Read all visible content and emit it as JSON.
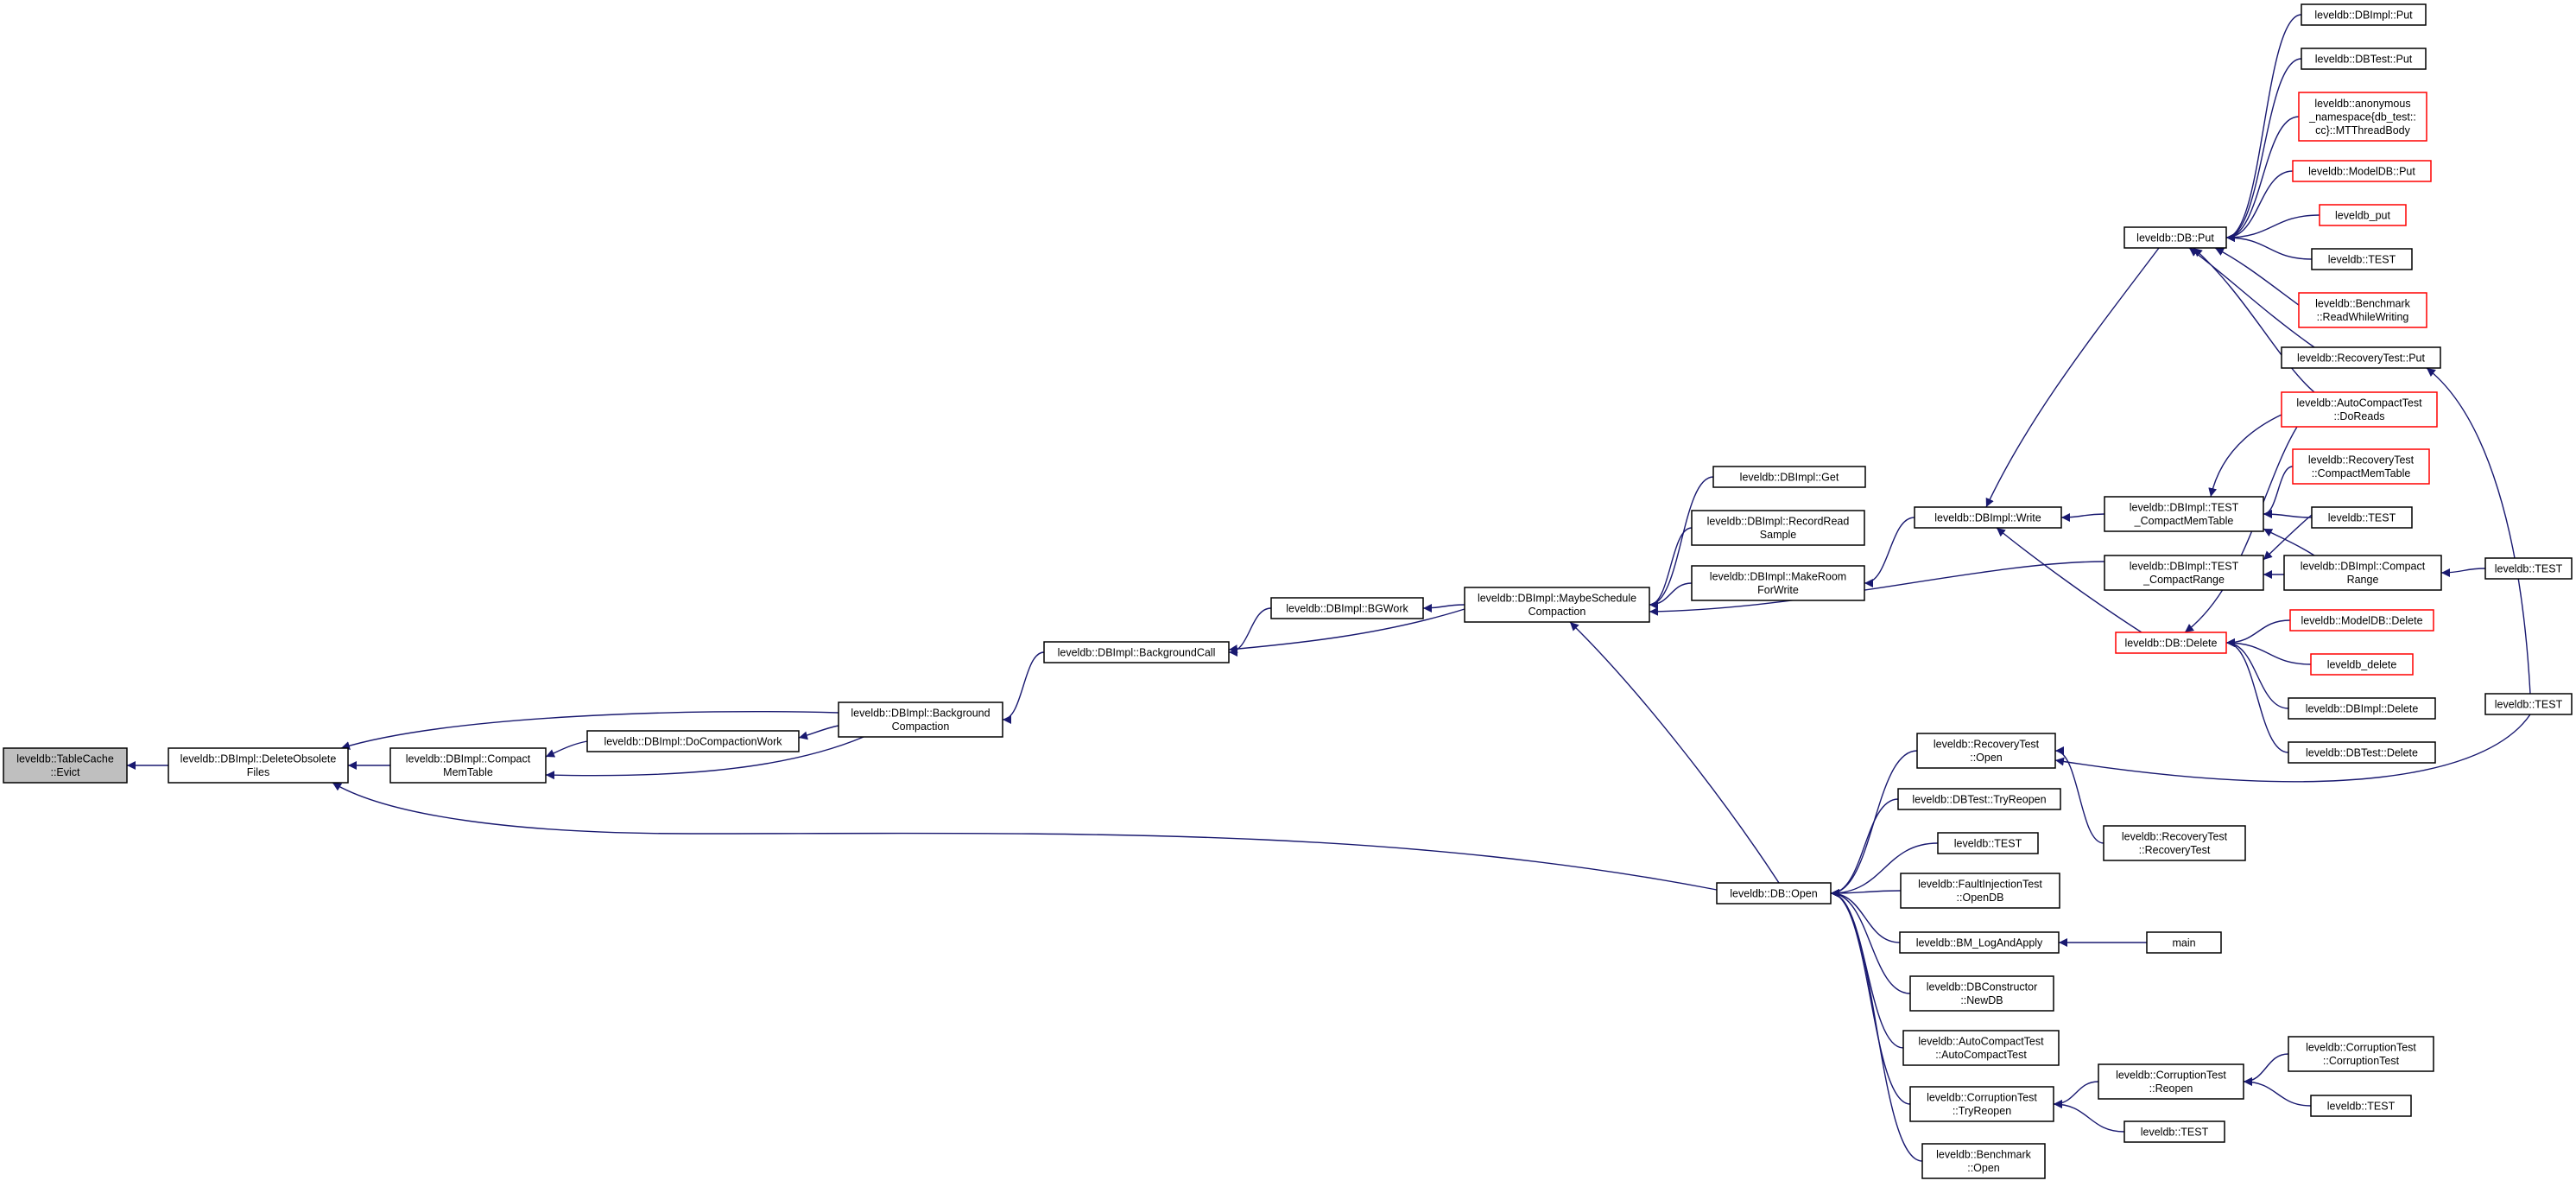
{
  "colors": {
    "edge": "#191970",
    "border_normal": "#000000",
    "border_truncated": "#ff0000",
    "fill_normal": "#ffffff",
    "fill_focus": "#bfbfbf"
  },
  "nodes": [
    {
      "id": "evict",
      "lines": [
        "leveldb::TableCache",
        "::Evict"
      ],
      "style": "focus"
    },
    {
      "id": "deleteobsolete",
      "lines": [
        "leveldb::DBImpl::DeleteObsolete",
        "Files"
      ],
      "style": "normal"
    },
    {
      "id": "compactmemtable",
      "lines": [
        "leveldb::DBImpl::Compact",
        "MemTable"
      ],
      "style": "normal"
    },
    {
      "id": "docompactionwork",
      "lines": [
        "leveldb::DBImpl::DoCompactionWork"
      ],
      "style": "normal"
    },
    {
      "id": "backgroundcompaction",
      "lines": [
        "leveldb::DBImpl::Background",
        "Compaction"
      ],
      "style": "normal"
    },
    {
      "id": "backgroundcall",
      "lines": [
        "leveldb::DBImpl::BackgroundCall"
      ],
      "style": "normal"
    },
    {
      "id": "bgwork",
      "lines": [
        "leveldb::DBImpl::BGWork"
      ],
      "style": "normal"
    },
    {
      "id": "maybeschedule",
      "lines": [
        "leveldb::DBImpl::MaybeSchedule",
        "Compaction"
      ],
      "style": "normal"
    },
    {
      "id": "dbimplget",
      "lines": [
        "leveldb::DBImpl::Get"
      ],
      "style": "normal"
    },
    {
      "id": "recordread",
      "lines": [
        "leveldb::DBImpl::RecordRead",
        "Sample"
      ],
      "style": "normal"
    },
    {
      "id": "makeroom",
      "lines": [
        "leveldb::DBImpl::MakeRoom",
        "ForWrite"
      ],
      "style": "normal"
    },
    {
      "id": "dbopen",
      "lines": [
        "leveldb::DB::Open"
      ],
      "style": "normal"
    },
    {
      "id": "dbimplwrite",
      "lines": [
        "leveldb::DBImpl::Write"
      ],
      "style": "normal"
    },
    {
      "id": "testcompactmem",
      "lines": [
        "leveldb::DBImpl::TEST",
        "_CompactMemTable"
      ],
      "style": "normal"
    },
    {
      "id": "testcompactrange",
      "lines": [
        "leveldb::DBImpl::TEST",
        "_CompactRange"
      ],
      "style": "normal"
    },
    {
      "id": "dbput",
      "lines": [
        "leveldb::DB::Put"
      ],
      "style": "normal"
    },
    {
      "id": "dbdelete",
      "lines": [
        "leveldb::DB::Delete"
      ],
      "style": "truncated"
    },
    {
      "id": "dbimplput",
      "lines": [
        "leveldb::DBImpl::Put"
      ],
      "style": "normal"
    },
    {
      "id": "dbtestput",
      "lines": [
        "leveldb::DBTest::Put"
      ],
      "style": "normal"
    },
    {
      "id": "mtthreadbody",
      "lines": [
        "leveldb::anonymous",
        "_namespace{db_test::",
        "cc}::MTThreadBody"
      ],
      "style": "truncated"
    },
    {
      "id": "modeldbput",
      "lines": [
        "leveldb::ModelDB::Put"
      ],
      "style": "truncated"
    },
    {
      "id": "leveldbput",
      "lines": [
        "leveldb_put"
      ],
      "style": "truncated"
    },
    {
      "id": "test_put",
      "lines": [
        "leveldb::TEST"
      ],
      "style": "normal"
    },
    {
      "id": "benchrww",
      "lines": [
        "leveldb::Benchmark",
        "::ReadWhileWriting"
      ],
      "style": "truncated"
    },
    {
      "id": "recoveryput",
      "lines": [
        "leveldb::RecoveryTest::Put"
      ],
      "style": "normal"
    },
    {
      "id": "autodoreads",
      "lines": [
        "leveldb::AutoCompactTest",
        "::DoReads"
      ],
      "style": "truncated"
    },
    {
      "id": "recoverycompactmem",
      "lines": [
        "leveldb::RecoveryTest",
        "::CompactMemTable"
      ],
      "style": "truncated"
    },
    {
      "id": "test_mid",
      "lines": [
        "leveldb::TEST"
      ],
      "style": "normal"
    },
    {
      "id": "dbimplcompactrange",
      "lines": [
        "leveldb::DBImpl::Compact",
        "Range"
      ],
      "style": "normal"
    },
    {
      "id": "test_far1",
      "lines": [
        "leveldb::TEST"
      ],
      "style": "normal"
    },
    {
      "id": "modeldbdelete",
      "lines": [
        "leveldb::ModelDB::Delete"
      ],
      "style": "truncated"
    },
    {
      "id": "leveldbdelete",
      "lines": [
        "leveldb_delete"
      ],
      "style": "truncated"
    },
    {
      "id": "dbimpldelete",
      "lines": [
        "leveldb::DBImpl::Delete"
      ],
      "style": "normal"
    },
    {
      "id": "dbtestdelete",
      "lines": [
        "leveldb::DBTest::Delete"
      ],
      "style": "normal"
    },
    {
      "id": "test_far2",
      "lines": [
        "leveldb::TEST"
      ],
      "style": "normal"
    },
    {
      "id": "recoveryopen",
      "lines": [
        "leveldb::RecoveryTest",
        "::Open"
      ],
      "style": "normal"
    },
    {
      "id": "dbtesttryreopen",
      "lines": [
        "leveldb::DBTest::TryReopen"
      ],
      "style": "normal"
    },
    {
      "id": "test_open",
      "lines": [
        "leveldb::TEST"
      ],
      "style": "normal"
    },
    {
      "id": "faultopendb",
      "lines": [
        "leveldb::FaultInjectionTest",
        "::OpenDB"
      ],
      "style": "normal"
    },
    {
      "id": "bmlog",
      "lines": [
        "leveldb::BM_LogAndApply"
      ],
      "style": "normal"
    },
    {
      "id": "dbconstructor",
      "lines": [
        "leveldb::DBConstructor",
        "::NewDB"
      ],
      "style": "normal"
    },
    {
      "id": "autocompacttest",
      "lines": [
        "leveldb::AutoCompactTest",
        "::AutoCompactTest"
      ],
      "style": "normal"
    },
    {
      "id": "corrtryreopen",
      "lines": [
        "leveldb::CorruptionTest",
        "::TryReopen"
      ],
      "style": "normal"
    },
    {
      "id": "benchopen",
      "lines": [
        "leveldb::Benchmark",
        "::Open"
      ],
      "style": "normal"
    },
    {
      "id": "recoverytest",
      "lines": [
        "leveldb::RecoveryTest",
        "::RecoveryTest"
      ],
      "style": "normal"
    },
    {
      "id": "main",
      "lines": [
        "main"
      ],
      "style": "normal"
    },
    {
      "id": "corrreopen",
      "lines": [
        "leveldb::CorruptionTest",
        "::Reopen"
      ],
      "style": "normal"
    },
    {
      "id": "test_corr",
      "lines": [
        "leveldb::TEST"
      ],
      "style": "normal"
    },
    {
      "id": "corrtest",
      "lines": [
        "leveldb::CorruptionTest",
        "::CorruptionTest"
      ],
      "style": "normal"
    },
    {
      "id": "test_corr2",
      "lines": [
        "leveldb::TEST"
      ],
      "style": "normal"
    }
  ],
  "edges": [
    [
      "deleteobsolete",
      "evict"
    ],
    [
      "backgroundcompaction",
      "deleteobsolete"
    ],
    [
      "compactmemtable",
      "deleteobsolete"
    ],
    [
      "dbopen",
      "deleteobsolete"
    ],
    [
      "docompactionwork",
      "compactmemtable"
    ],
    [
      "backgroundcompaction",
      "compactmemtable"
    ],
    [
      "backgroundcompaction",
      "docompactionwork"
    ],
    [
      "backgroundcall",
      "backgroundcompaction"
    ],
    [
      "bgwork",
      "backgroundcall"
    ],
    [
      "maybeschedule",
      "backgroundcall"
    ],
    [
      "maybeschedule",
      "bgwork"
    ],
    [
      "dbimplget",
      "maybeschedule"
    ],
    [
      "recordread",
      "maybeschedule"
    ],
    [
      "makeroom",
      "maybeschedule"
    ],
    [
      "testcompactrange",
      "maybeschedule"
    ],
    [
      "dbopen",
      "maybeschedule"
    ],
    [
      "dbimplwrite",
      "makeroom"
    ],
    [
      "dbput",
      "dbimplwrite"
    ],
    [
      "dbdelete",
      "dbimplwrite"
    ],
    [
      "testcompactmem",
      "dbimplwrite"
    ],
    [
      "dbimplput",
      "dbput"
    ],
    [
      "dbtestput",
      "dbput"
    ],
    [
      "mtthreadbody",
      "dbput"
    ],
    [
      "modeldbput",
      "dbput"
    ],
    [
      "leveldbput",
      "dbput"
    ],
    [
      "test_put",
      "dbput"
    ],
    [
      "benchrww",
      "dbput"
    ],
    [
      "recoveryput",
      "dbput"
    ],
    [
      "autodoreads",
      "dbput"
    ],
    [
      "test_far2",
      "recoveryput"
    ],
    [
      "autodoreads",
      "testcompactmem"
    ],
    [
      "recoverycompactmem",
      "testcompactmem"
    ],
    [
      "test_mid",
      "testcompactmem"
    ],
    [
      "dbimplcompactrange",
      "testcompactmem"
    ],
    [
      "test_mid",
      "testcompactrange"
    ],
    [
      "dbimplcompactrange",
      "testcompactrange"
    ],
    [
      "test_far1",
      "dbimplcompactrange"
    ],
    [
      "autodoreads",
      "dbdelete"
    ],
    [
      "modeldbdelete",
      "dbdelete"
    ],
    [
      "leveldbdelete",
      "dbdelete"
    ],
    [
      "dbimpldelete",
      "dbdelete"
    ],
    [
      "dbtestdelete",
      "dbdelete"
    ],
    [
      "recoveryopen",
      "dbopen"
    ],
    [
      "dbtesttryreopen",
      "dbopen"
    ],
    [
      "test_open",
      "dbopen"
    ],
    [
      "faultopendb",
      "dbopen"
    ],
    [
      "bmlog",
      "dbopen"
    ],
    [
      "dbconstructor",
      "dbopen"
    ],
    [
      "autocompacttest",
      "dbopen"
    ],
    [
      "corrtryreopen",
      "dbopen"
    ],
    [
      "benchopen",
      "dbopen"
    ],
    [
      "recoverytest",
      "recoveryopen"
    ],
    [
      "test_far2",
      "recoveryopen"
    ],
    [
      "main",
      "bmlog"
    ],
    [
      "corrreopen",
      "corrtryreopen"
    ],
    [
      "test_corr",
      "corrtryreopen"
    ],
    [
      "corrtest",
      "corrreopen"
    ],
    [
      "test_corr2",
      "corrreopen"
    ]
  ]
}
